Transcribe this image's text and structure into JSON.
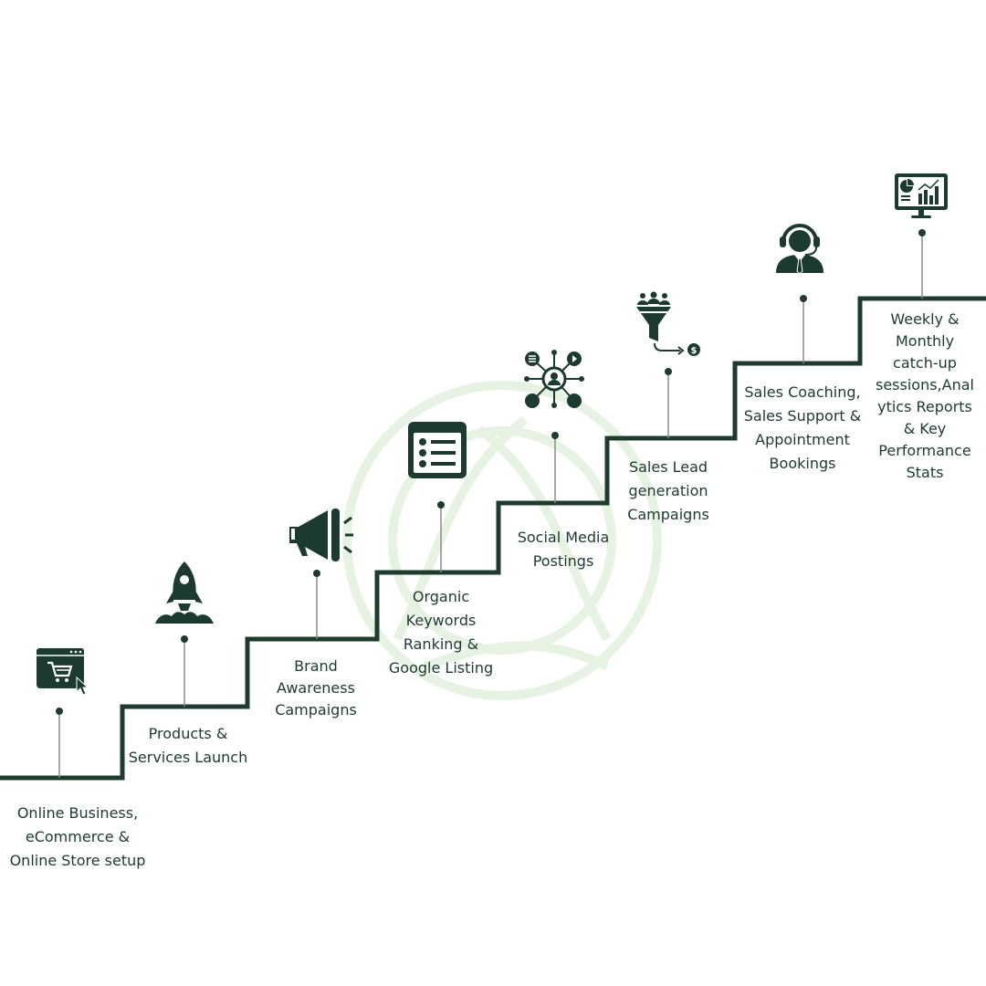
{
  "colors": {
    "ink": "#1c3a2d",
    "line": "#1f3b2e",
    "connector": "#8a8a8a",
    "watermark": "#e6f3e3"
  },
  "steps": [
    {
      "label": "Online Business,\neCommerce &\nOnline Store setup",
      "icon": "shopping-cart-icon"
    },
    {
      "label": "Products &\nServices Launch",
      "icon": "rocket-icon"
    },
    {
      "label": "Brand\nAwareness\nCampaigns",
      "icon": "megaphone-icon"
    },
    {
      "label": "Organic\nKeywords\nRanking &\nGoogle Listing",
      "icon": "listing-icon"
    },
    {
      "label": "Social Media\nPostings",
      "icon": "social-network-icon"
    },
    {
      "label": "Sales Lead\ngeneration\nCampaigns",
      "icon": "sales-funnel-icon"
    },
    {
      "label": "Sales Coaching,\nSales Support &\nAppointment\nBookings",
      "icon": "headset-agent-icon"
    },
    {
      "label": "Weekly &\nMonthly\ncatch-up\nsessions,Anal\nytics Reports\n& Key\nPerformance\nStats",
      "icon": "analytics-monitor-icon"
    }
  ]
}
